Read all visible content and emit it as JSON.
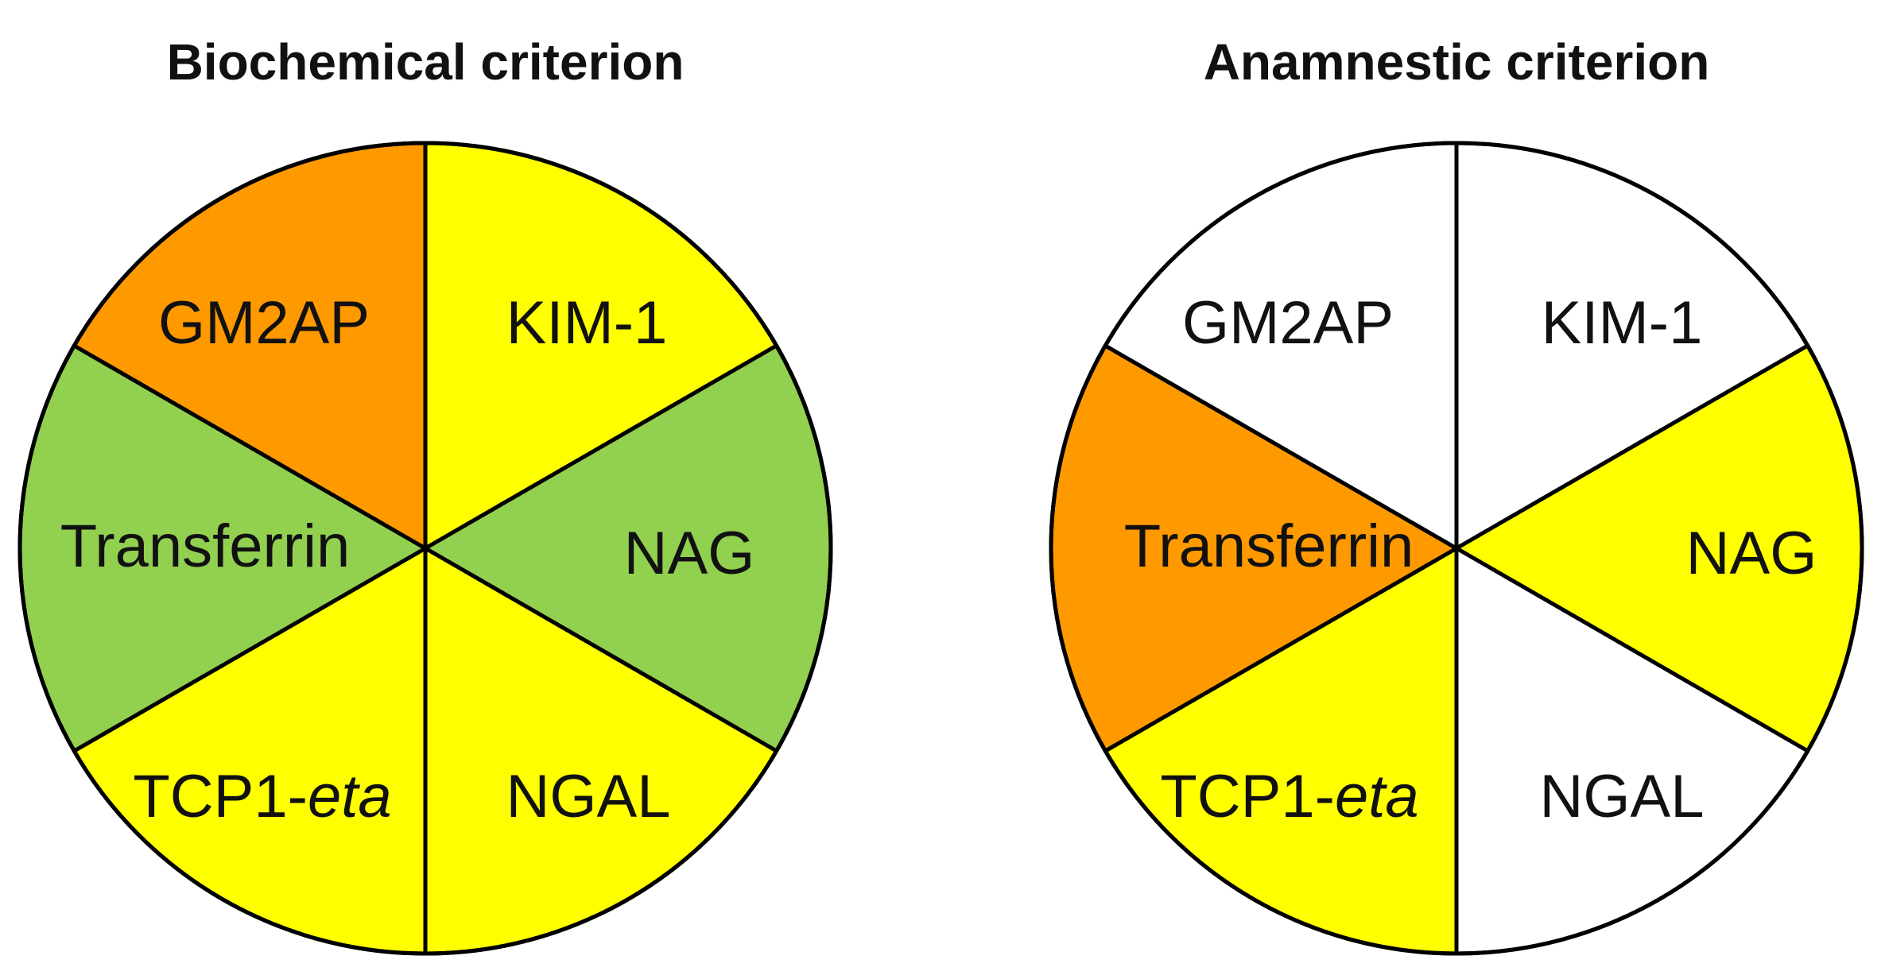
{
  "panels": [
    {
      "id": "biochemical",
      "title": "Biochemical criterion",
      "segments": [
        {
          "id": "kim1",
          "label": "KIM-1",
          "color": "#ffff00"
        },
        {
          "id": "nag",
          "label": "NAG",
          "color": "#92d050"
        },
        {
          "id": "ngal",
          "label": "NGAL",
          "color": "#ffff00"
        },
        {
          "id": "tcp1",
          "label": "TCP1-",
          "label_italic": "eta",
          "color": "#ffff00"
        },
        {
          "id": "transferrin",
          "label": "Transferrin",
          "color": "#92d050"
        },
        {
          "id": "gm2ap",
          "label": "GM2AP",
          "color": "#ff9900"
        }
      ]
    },
    {
      "id": "anamnestic",
      "title": "Anamnestic criterion",
      "segments": [
        {
          "id": "kim1",
          "label": "KIM-1",
          "color": "#ffffff"
        },
        {
          "id": "nag",
          "label": "NAG",
          "color": "#ffff00"
        },
        {
          "id": "ngal",
          "label": "NGAL",
          "color": "#ffffff"
        },
        {
          "id": "tcp1",
          "label": "TCP1-",
          "label_italic": "eta",
          "color": "#ffff00"
        },
        {
          "id": "transferrin",
          "label": "Transferrin",
          "color": "#ff9900"
        },
        {
          "id": "gm2ap",
          "label": "GM2AP",
          "color": "#ffffff"
        }
      ]
    }
  ]
}
